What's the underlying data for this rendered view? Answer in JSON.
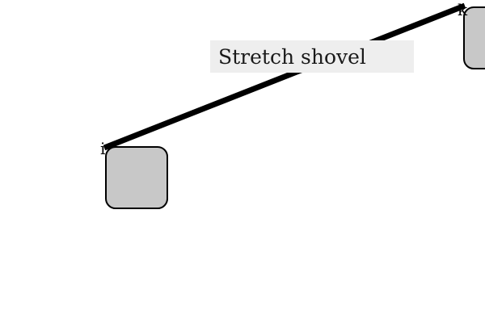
{
  "diagram": {
    "nodes": [
      {
        "id": "i",
        "label": "i"
      },
      {
        "id": "k",
        "label": "k"
      }
    ],
    "edge": {
      "from": "i",
      "to": "k",
      "label": "Stretch shovel"
    },
    "colors": {
      "node_fill": "#c8c8c8",
      "node_stroke": "#000000",
      "edge_stroke": "#000000",
      "label_bg": "#eeeeee",
      "background": "#ffffff"
    }
  }
}
